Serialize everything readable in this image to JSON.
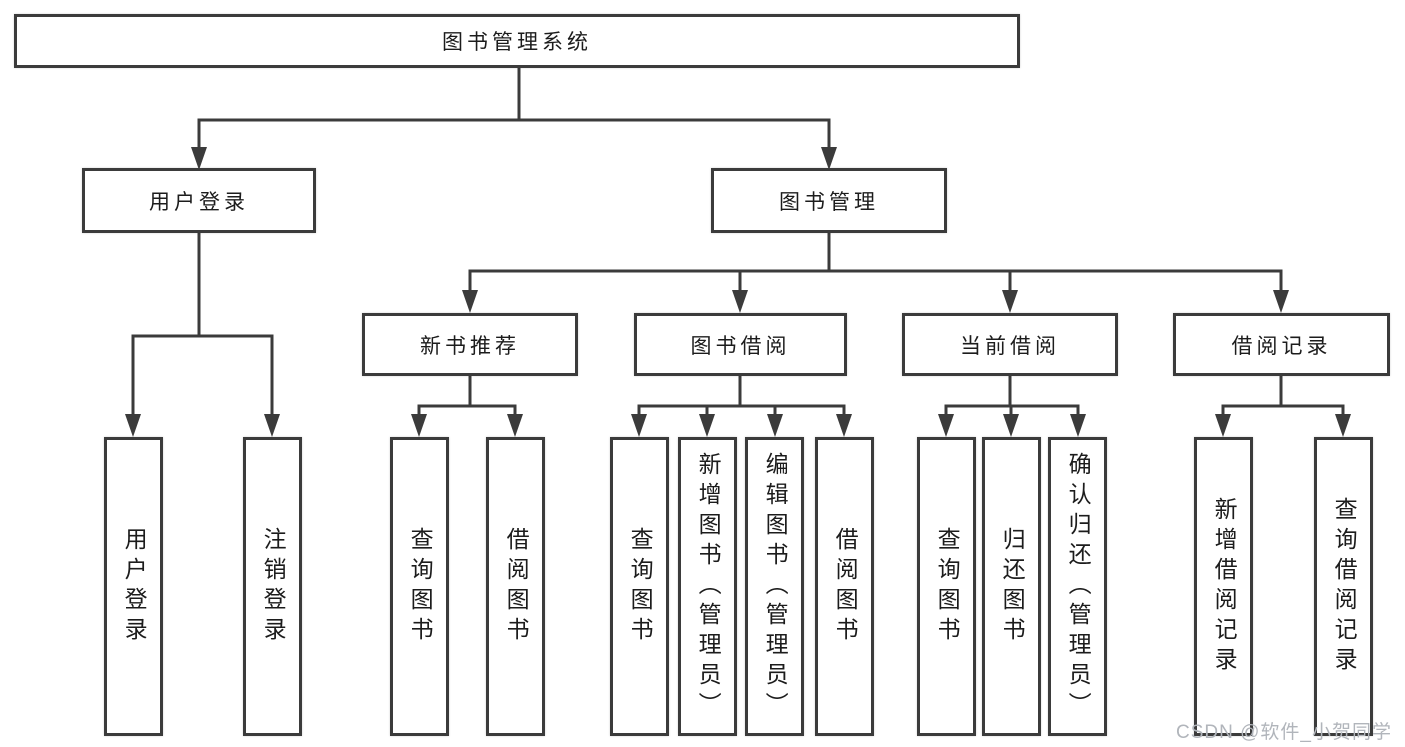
{
  "diagram": {
    "title": "图书管理系统",
    "root": {
      "label": "图书管理系统"
    },
    "level2": {
      "user_login": {
        "label": "用户登录"
      },
      "book_mgmt": {
        "label": "图书管理"
      }
    },
    "level3": {
      "new_books": {
        "label": "新书推荐"
      },
      "borrowing": {
        "label": "图书借阅"
      },
      "current": {
        "label": "当前借阅"
      },
      "records": {
        "label": "借阅记录"
      }
    },
    "leaves": {
      "user_login": [
        "用户登录",
        "注销登录"
      ],
      "new_books": [
        "查询图书",
        "借阅图书"
      ],
      "borrowing": [
        "查询图书",
        "新增图书（管理员）",
        "编辑图书（管理员）",
        "借阅图书"
      ],
      "current": [
        "查询图书",
        "归还图书",
        "确认归还（管理员）"
      ],
      "records": [
        "新增借阅记录",
        "查询借阅记录"
      ]
    }
  },
  "colors": {
    "line": "#3b3b3b",
    "box_border": "#3b3b3b",
    "text": "#1c1c1c",
    "background": "#ffffff",
    "watermark": "#b1b5bb"
  },
  "watermark": {
    "text": "CSDN @软件_小贺同学"
  }
}
